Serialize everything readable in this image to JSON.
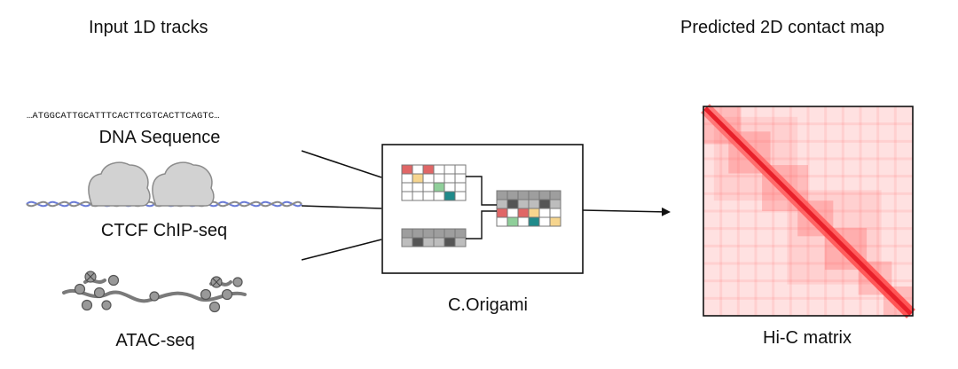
{
  "headings": {
    "input": "Input 1D tracks",
    "output": "Predicted 2D contact map"
  },
  "tracks": {
    "dna_sequence": "…ATGGCATTGCATTTCACTTCGTCACTTCAGTC…",
    "dna_label": "DNA Sequence",
    "ctcf_label": "CTCF ChIP-seq",
    "atac_label": "ATAC-seq"
  },
  "model": {
    "label": "C.Origami"
  },
  "output": {
    "label": "Hi-C matrix"
  },
  "colors": {
    "red_cell": "#e06666",
    "yellow_cell": "#f6d58e",
    "green_cell": "#8fcf9a",
    "teal_cell": "#1f8a8a",
    "dark_cell": "#555555",
    "gray_cell": "#bdbdbd",
    "heatmap": "#e8202a",
    "protein": "#d0d0d0",
    "dna_helix": "#6a7bd6"
  }
}
